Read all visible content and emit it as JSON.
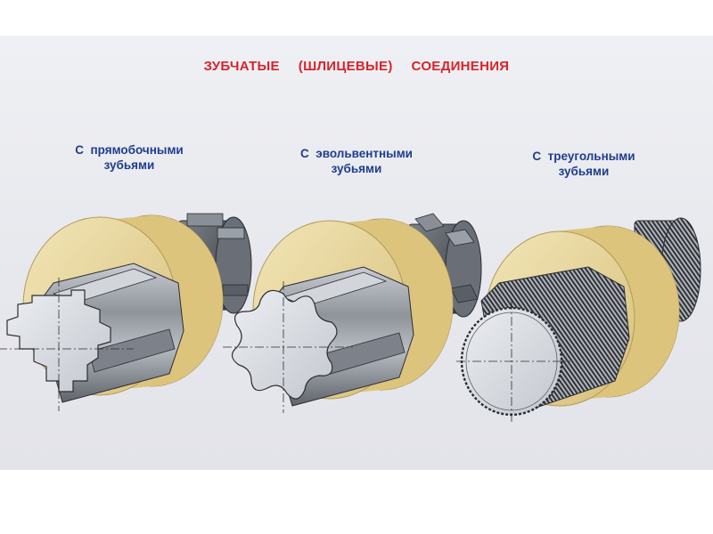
{
  "title": "ЗУБЧАТЫЕ  (ШЛИЦЕВЫЕ)  СОЕДИНЕНИЯ",
  "types": [
    {
      "line1": "С  прямобочными",
      "line2": "зубьями"
    },
    {
      "line1": "С  эвольвентными",
      "line2": "зубьями"
    },
    {
      "line1": "С  треугольными",
      "line2": "зубьями"
    }
  ],
  "colors": {
    "title": "#d9232a",
    "caption": "#1f3c8e",
    "hub": "#e3cf8f",
    "shaft": "#9ea3aa",
    "face": "#d8dbe1",
    "outline": "#2a2d33"
  },
  "icons": [
    "straight-spline-joint-icon",
    "involute-spline-joint-icon",
    "serrated-spline-joint-icon"
  ]
}
